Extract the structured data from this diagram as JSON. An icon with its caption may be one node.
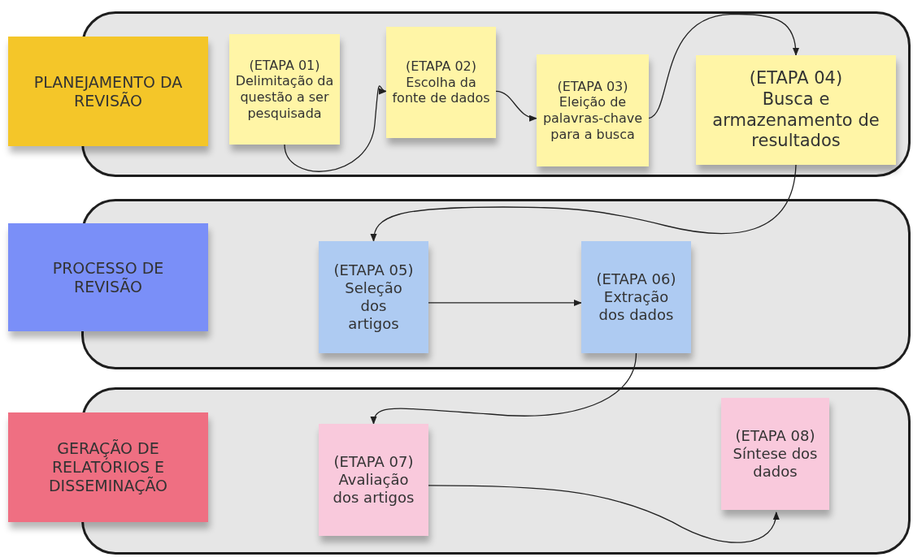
{
  "diagram": {
    "nodes": [
      {
        "text": [
          "PLANEJAMENTO DA REVISÃO"
        ]
      },
      {
        "text": [
          "(ETAPA 01)",
          "Delimitação da questão a ser pesquisada"
        ],
        "in": 0
      },
      {
        "text": [
          "(ETAPA 02)",
          "Escolha da fonte de dados"
        ],
        "in": 0
      },
      {
        "text": [
          "(ETAPA 03)",
          "Eleição de palavras-chave para a busca"
        ],
        "in": 0
      },
      {
        "text": [
          "(ETAPA 04)",
          "Busca e armazenamento de resultados"
        ],
        "in": 0
      },
      {
        "text": [
          "PROCESSO DE REVISÃO"
        ]
      },
      {
        "text": [
          "(ETAPA 05)",
          "Seleção dos artigos"
        ],
        "in": 5
      },
      {
        "text": [
          "(ETAPA 06)",
          "Extração dos dados"
        ],
        "in": 5
      },
      {
        "text": [
          "GERAÇÃO DE RELATÓRIOS E DISSEMINAÇÃO"
        ]
      },
      {
        "text": [
          "(ETAPA 07)",
          "Avaliação dos artigos"
        ],
        "in": 8
      },
      {
        "text": [
          "(ETAPA 08)",
          "Síntese dos dados"
        ],
        "in": 8
      }
    ],
    "edges": [
      {
        "from": 1,
        "to": 2,
        "arrow": "to"
      },
      {
        "from": 2,
        "to": 3,
        "arrow": "to"
      },
      {
        "from": 3,
        "to": 4,
        "arrow": "to"
      },
      {
        "from": 4,
        "to": 6,
        "arrow": "to"
      },
      {
        "from": 6,
        "to": 7,
        "arrow": "to"
      },
      {
        "from": 7,
        "to": 9,
        "arrow": "to"
      },
      {
        "from": 9,
        "to": 10,
        "arrow": "to"
      }
    ]
  }
}
